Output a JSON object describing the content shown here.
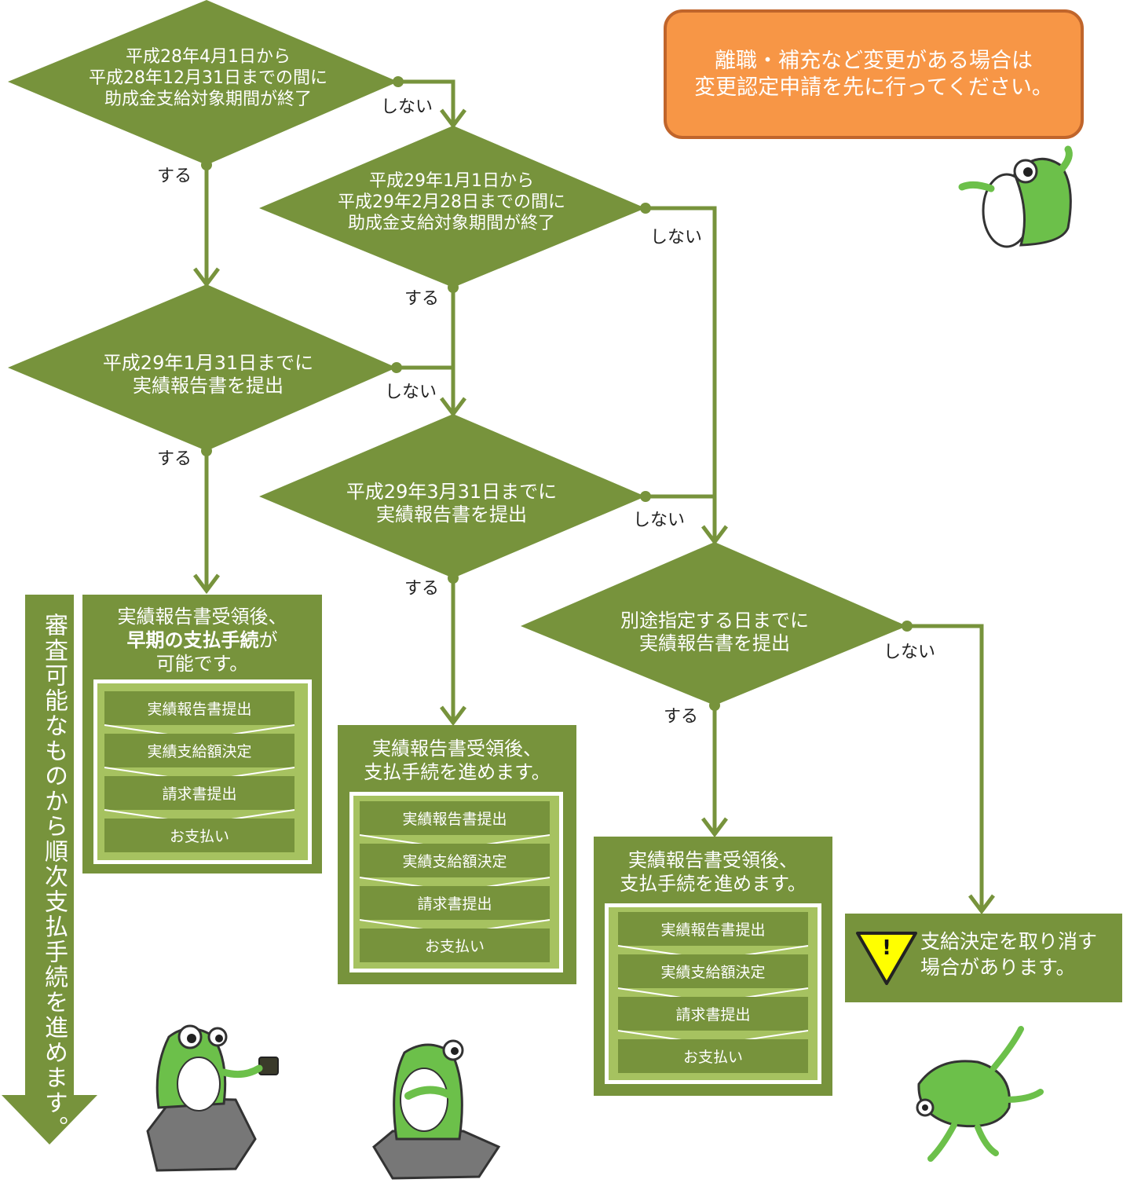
{
  "note": "離職・補充など変更がある場合は\n変更認定申請を先に行ってください。",
  "decisions": {
    "d1": "平成28年4月1日から\n平成28年12月31日までの間に\n助成金支給対象期間が終了",
    "d2": "平成29年1月1日から\n平成29年2月28日までの間に\n助成金支給対象期間が終了",
    "d3": "平成29年1月31日までに\n実績報告書を提出",
    "d4": "平成29年3月31日までに\n実績報告書を提出",
    "d5": "別途指定する日までに\n実績報告書を提出"
  },
  "labels": {
    "yes": "する",
    "no": "しない"
  },
  "boxes": {
    "early": {
      "line1": "実績報告書受領後、",
      "bold": "早期の支払手続",
      "line2_suffix": "が",
      "line3": "可能です。"
    },
    "normal1": {
      "title": "実績報告書受領後、\n支払手続を進めます。"
    },
    "normal2": {
      "title": "実績報告書受領後、\n支払手続を進めます。"
    }
  },
  "steps": [
    "実績報告書提出",
    "実績支給額決定",
    "請求書提出",
    "お支払い"
  ],
  "vertical_text": "審査可能なものから順次支払手続を進めます。",
  "warning": {
    "text": "支給決定を取り消す\n場合があります。",
    "symbol": "!"
  },
  "colors": {
    "green": "#77933c",
    "note_orange": "#f79646",
    "warning_yellow": "#ffff00",
    "frog_green": "#6cc04a"
  }
}
